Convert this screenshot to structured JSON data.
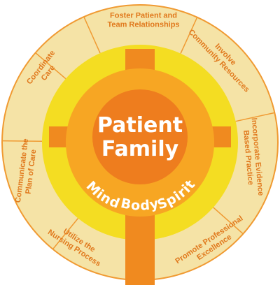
{
  "center": {
    "line1": "Patient",
    "line2": "Family"
  },
  "dimensions": {
    "mind": "Mind",
    "body": "Body",
    "spirit": "Spirit"
  },
  "segments": [
    {
      "line1": "Foster Patient and",
      "line2": "Team Relationships"
    },
    {
      "line1": "Involve",
      "line2": "Community Resources"
    },
    {
      "line1": "Incorporate Evidence",
      "line2": "Based Practice"
    },
    {
      "line1": "Promote Professional",
      "line2": "Excellence"
    },
    {
      "line1": "Utilize the",
      "line2": "Nursing Process"
    },
    {
      "line1": "Communicate the",
      "line2": "Plan of Care"
    },
    {
      "line1": "Coordinate",
      "line2": "Care"
    }
  ],
  "colors": {
    "outer_ring": "#f5e3a6",
    "divider": "#f09a32",
    "yellow_ring": "#f4dd22",
    "inner_orange": "#f7a623",
    "center": "#ee7d1e",
    "cross": "#f08a1f",
    "text": "#e0781c"
  }
}
